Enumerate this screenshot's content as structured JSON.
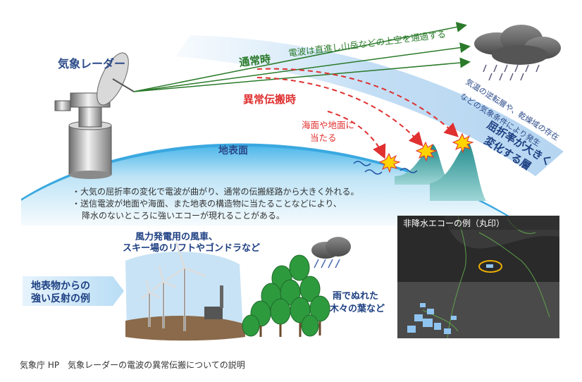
{
  "radar_label": "気象レーダー",
  "normal": {
    "label": "通常時",
    "caption": "電波は直進し山岳などの上空を通過する"
  },
  "anomalous": {
    "label": "異常伝搬時",
    "hit_label_line1": "海面や地面に",
    "hit_label_line2": "当たる"
  },
  "surface_label": "地表面",
  "layer": {
    "note_line1": "気温の逆転層や、乾燥域の存在",
    "note_line2": "などの気象条件により発生",
    "title_line1": "屈折率が大きく",
    "title_line2": "変化する層"
  },
  "explanation": {
    "line1": "・大気の屈折率の変化で電波が曲がり、通常の伝搬経路から大きく外れる。",
    "line2": "・送信電波が地面や海面、また地表の構造物に当たることなどにより、",
    "line3": "降水のないところに強いエコーが現れることがある。"
  },
  "reflectors": {
    "wind_line1": "風力発電用の風車、",
    "wind_line2": "スキー場のリフトやゴンドラなど",
    "side_line1": "地表物からの",
    "side_line2": "強い反射の例",
    "tree_line1": "雨でぬれた",
    "tree_line2": "木々の葉など"
  },
  "echo_title": "非降水エコーの例（丸印）",
  "source": "気象庁 HP　気象レーダーの電波の異常伝搬についての説明",
  "colors": {
    "normal_ray": "#2a7a2a",
    "anomalous_ray": "#e03030",
    "layer_text": "#2b4a8a",
    "surface_blue": "#3aa8e0",
    "hill_teal": "#2e9a9a",
    "highlight_circle": "#f0b000"
  }
}
